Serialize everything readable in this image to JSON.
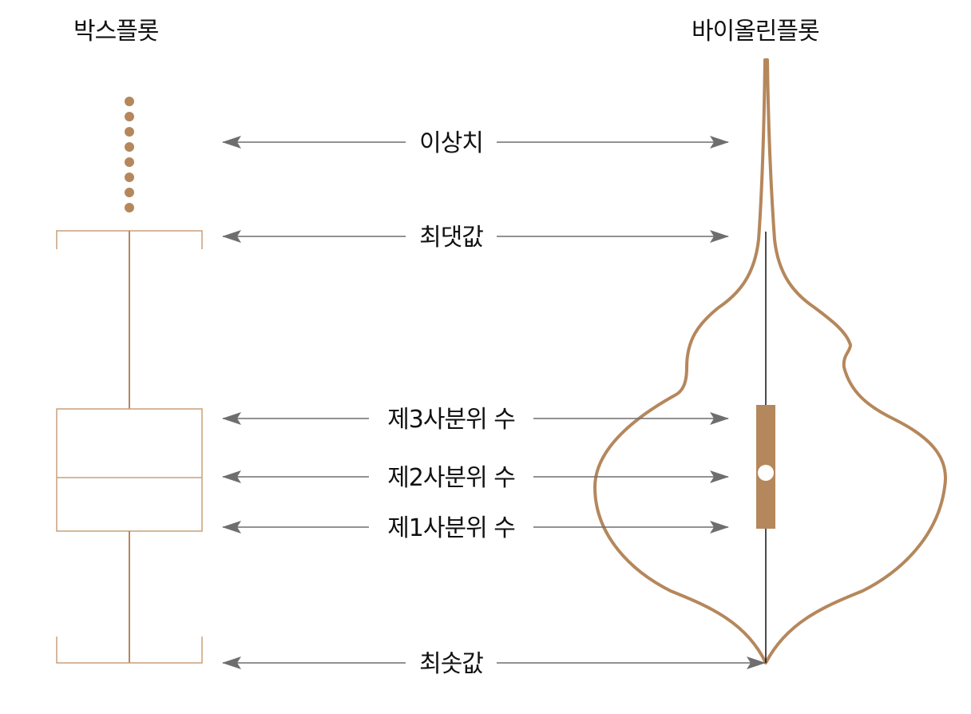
{
  "titles": {
    "boxplot": "박스플롯",
    "violinplot": "바이올린플롯"
  },
  "labels": {
    "outlier": "이상치",
    "max": "최댓값",
    "q3": "제3사분위 수",
    "q2": "제2사분위 수",
    "q1": "제1사분위 수",
    "min": "최솟값"
  },
  "colors": {
    "accent": "#b5875c",
    "box_line": "#c9a07a",
    "arrow": "#6e6e6e",
    "text": "#111111"
  }
}
